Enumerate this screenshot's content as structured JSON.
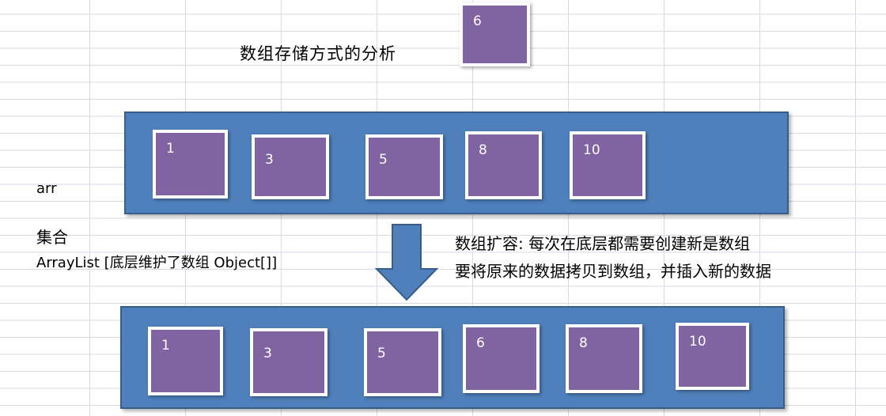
{
  "title": "数组存储方式的分析",
  "floating_element": "6",
  "labels": {
    "arr": "arr",
    "collection": "集合",
    "arraylist": "ArrayList [底层维护了数组 Object[]]"
  },
  "expansion_note": {
    "line1": "数组扩容: 每次在底层都需要创建新是数组",
    "line2": "要将原来的数据拷贝到数组，并插入新的数据"
  },
  "array_before": [
    "1",
    "3",
    "5",
    "8",
    "10"
  ],
  "array_after": [
    "1",
    "3",
    "5",
    "6",
    "8",
    "10"
  ],
  "colors": {
    "array_bar": "#4f80bc",
    "cell": "#8064a2",
    "arrow": "#4f80bc"
  }
}
